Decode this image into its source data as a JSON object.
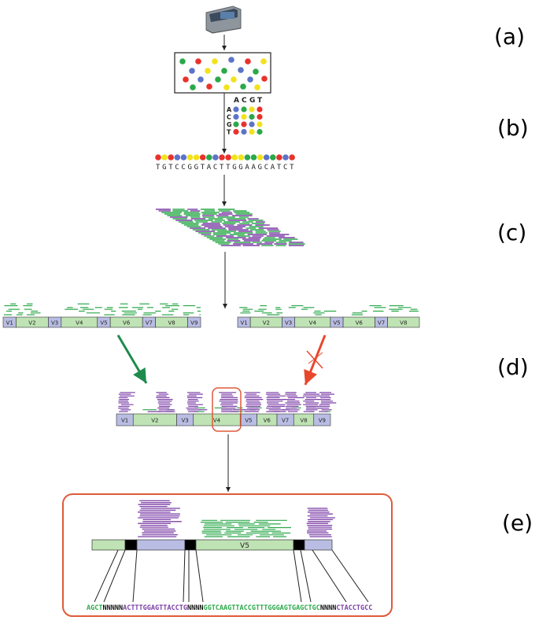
{
  "labels": {
    "a": "(a)",
    "b": "(b)",
    "c": "(c)",
    "d": "(d)",
    "e": "(e)"
  },
  "colors": {
    "green": "#2ba84a",
    "purple": "#7b3fa6",
    "red": "#e8322b",
    "blue": "#5b73c9",
    "yellow": "#f2e21b",
    "exon_green": "#bfe3b4",
    "exon_blue": "#b9bde3",
    "arrow_green": "#1e8b4c",
    "arrow_red": "#e8472b",
    "frame_red": "#e05a3a"
  },
  "icons": {
    "sequencer": "sequencer-machine-icon"
  },
  "base_grid": {
    "header": [
      "A",
      "C",
      "G",
      "T"
    ],
    "rows": [
      "A",
      "C",
      "G",
      "T"
    ]
  },
  "sequence": "TGTCCGGTACTTGGAAGCATCT",
  "gene_left": [
    "V1",
    "V2",
    "V3",
    "V4",
    "V5",
    "V6",
    "V7",
    "V8",
    "V9"
  ],
  "gene_right": [
    "V1",
    "V2",
    "V3",
    "V4",
    "V5",
    "V6",
    "V7",
    "V8"
  ],
  "gene_merged": [
    "V1",
    "V2",
    "V3",
    "V4",
    "V5",
    "V6",
    "V7",
    "V8",
    "V9"
  ],
  "zoom_segment": "V5",
  "bottom_sequence": [
    {
      "text": "AGCT",
      "color": "green"
    },
    {
      "text": "NNNNN",
      "color": "black"
    },
    {
      "text": "ACTTTGGAGTTACCTG",
      "color": "purple"
    },
    {
      "text": "NNNN",
      "color": "black"
    },
    {
      "text": "GGTCAAGTTACCGTTTGGGAGTGAGCTGC",
      "color": "green"
    },
    {
      "text": "NNNN",
      "color": "black"
    },
    {
      "text": "CTACCTGCC",
      "color": "purple"
    }
  ]
}
